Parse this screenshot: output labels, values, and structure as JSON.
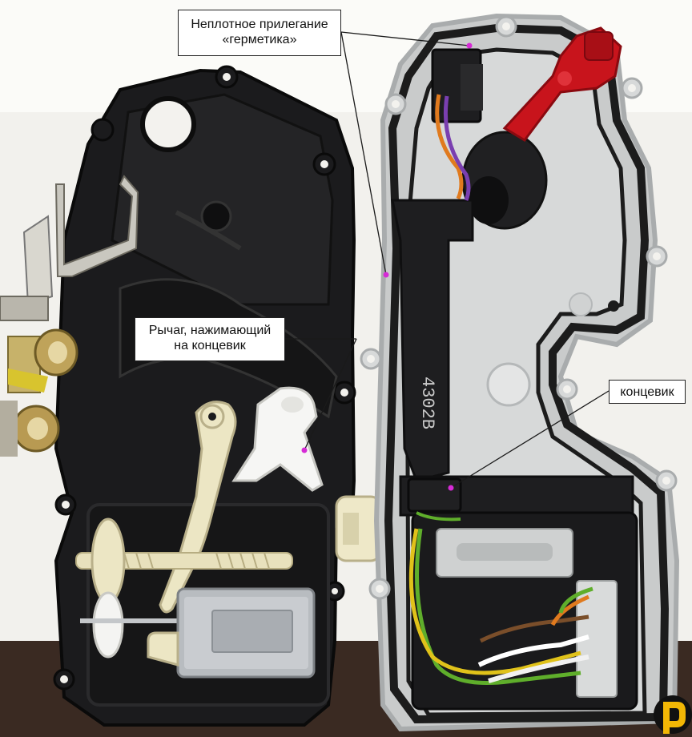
{
  "callouts": {
    "seal": {
      "line1": "Неплотное прилегание",
      "line2": "«герметика»"
    },
    "lever": {
      "line1": "Рычаг, нажимающий",
      "line2": "на концевик"
    },
    "switch": {
      "label": "концевик"
    }
  },
  "part_marking": "4302B",
  "colors": {
    "marker": "#d62bd6",
    "leader": "#1a1a1a",
    "red_knob": "#c8141c",
    "black_housing": "#1b1b1d",
    "grey_housing": "#c9cbcb",
    "white_plastic": "#eeeeee",
    "gear_plastic": "#ece6c4",
    "motor_metal": "#b8bcc0",
    "wire_green": "#5fae2b",
    "wire_yellow": "#e0c21a",
    "wire_orange": "#e07a1e",
    "wire_brown": "#7a4e2a",
    "wire_purple": "#7a3fb0",
    "logo_yellow": "#f2b705"
  },
  "icons": {
    "logo": "brand-logo-icon"
  }
}
